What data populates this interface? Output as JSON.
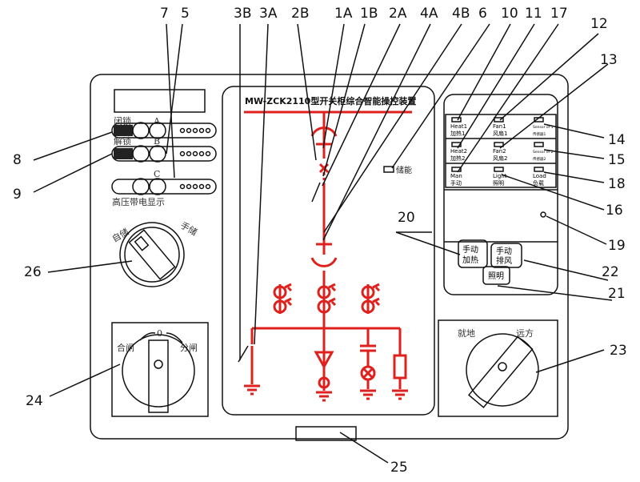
{
  "title": "MW-ZCK2110型开关柜综合智能操控装置",
  "callouts": [
    "7",
    "5",
    "3B",
    "3A",
    "2B",
    "1A",
    "1B",
    "2A",
    "4A",
    "4B",
    "6",
    "10",
    "11",
    "17",
    "12",
    "13",
    "14",
    "15",
    "18",
    "16",
    "19",
    "22",
    "21",
    "23",
    "20",
    "8",
    "9",
    "26",
    "24",
    "25"
  ],
  "indicator": {
    "lock": "闭锁",
    "unlock": "解锁",
    "phases": [
      "A",
      "B",
      "C"
    ],
    "caption": "高压带电显示"
  },
  "selector26": {
    "left": "自储",
    "right": "手储"
  },
  "selector24": {
    "left": "合闸",
    "zero": "0",
    "right": "分闸"
  },
  "selector23": {
    "left": "就地",
    "right": "远方"
  },
  "energy_storage": "储能",
  "status_leds": [
    {
      "en": "Heat1",
      "cn": "加热1"
    },
    {
      "en": "Fan1",
      "cn": "风扇1"
    },
    {
      "en": "Sensor of 1",
      "cn": "传感器1"
    },
    {
      "en": "Heat2",
      "cn": "加热2"
    },
    {
      "en": "Fan2",
      "cn": "风扇2"
    },
    {
      "en": "Sensor of 2",
      "cn": "传感器2"
    },
    {
      "en": "Man",
      "cn": "手动"
    },
    {
      "en": "Light",
      "cn": "照明"
    },
    {
      "en": "Load",
      "cn": "负载"
    }
  ],
  "buttons": {
    "heat": [
      "手动",
      "加热"
    ],
    "fan": [
      "手动",
      "排风"
    ],
    "light": "照明"
  },
  "colors": {
    "line": "#111111",
    "circuit": "#e0201c"
  }
}
